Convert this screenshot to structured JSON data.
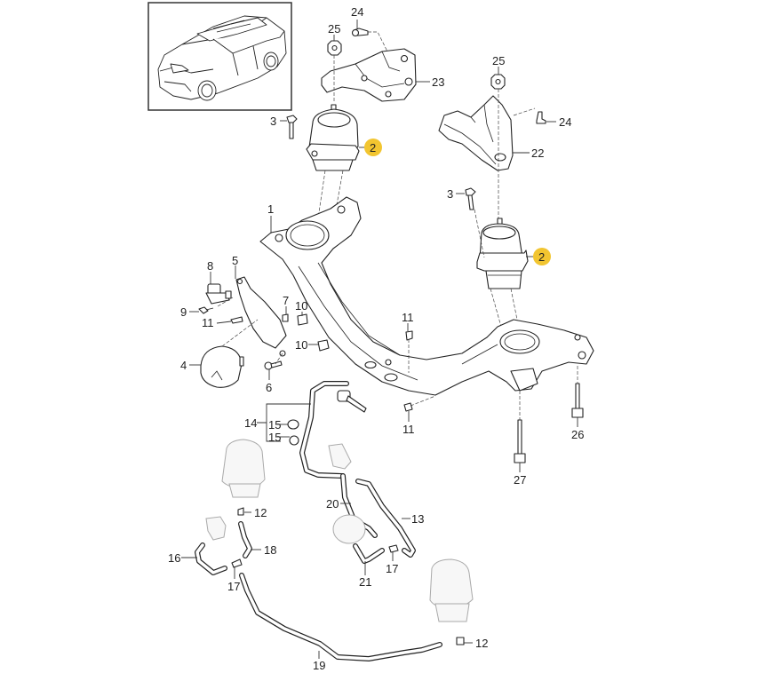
{
  "diagram": {
    "title": "Engine mount / subframe exploded parts diagram",
    "highlight_color": "#f2c530",
    "thumbnail": {
      "icon": "vehicle-suv-thumbnail-icon"
    },
    "callouts": [
      {
        "id": "c1",
        "label": "1"
      },
      {
        "id": "c2a",
        "label": "2",
        "highlighted": true
      },
      {
        "id": "c2b",
        "label": "2",
        "highlighted": true
      },
      {
        "id": "c3a",
        "label": "3"
      },
      {
        "id": "c3b",
        "label": "3"
      },
      {
        "id": "c4",
        "label": "4"
      },
      {
        "id": "c5",
        "label": "5"
      },
      {
        "id": "c6",
        "label": "6"
      },
      {
        "id": "c7",
        "label": "7"
      },
      {
        "id": "c8",
        "label": "8"
      },
      {
        "id": "c9",
        "label": "9"
      },
      {
        "id": "c10a",
        "label": "10"
      },
      {
        "id": "c10b",
        "label": "10"
      },
      {
        "id": "c11a",
        "label": "11"
      },
      {
        "id": "c11b",
        "label": "11"
      },
      {
        "id": "c11c",
        "label": "11"
      },
      {
        "id": "c12a",
        "label": "12"
      },
      {
        "id": "c12b",
        "label": "12"
      },
      {
        "id": "c13",
        "label": "13"
      },
      {
        "id": "c14",
        "label": "14"
      },
      {
        "id": "c15a",
        "label": "15"
      },
      {
        "id": "c15b",
        "label": "15"
      },
      {
        "id": "c16",
        "label": "16"
      },
      {
        "id": "c17a",
        "label": "17"
      },
      {
        "id": "c17b",
        "label": "17"
      },
      {
        "id": "c18",
        "label": "18"
      },
      {
        "id": "c19",
        "label": "19"
      },
      {
        "id": "c20",
        "label": "20"
      },
      {
        "id": "c21",
        "label": "21"
      },
      {
        "id": "c22",
        "label": "22"
      },
      {
        "id": "c23",
        "label": "23"
      },
      {
        "id": "c24a",
        "label": "24"
      },
      {
        "id": "c24b",
        "label": "24"
      },
      {
        "id": "c25a",
        "label": "25"
      },
      {
        "id": "c25b",
        "label": "25"
      },
      {
        "id": "c26",
        "label": "26"
      },
      {
        "id": "c27",
        "label": "27"
      }
    ]
  }
}
